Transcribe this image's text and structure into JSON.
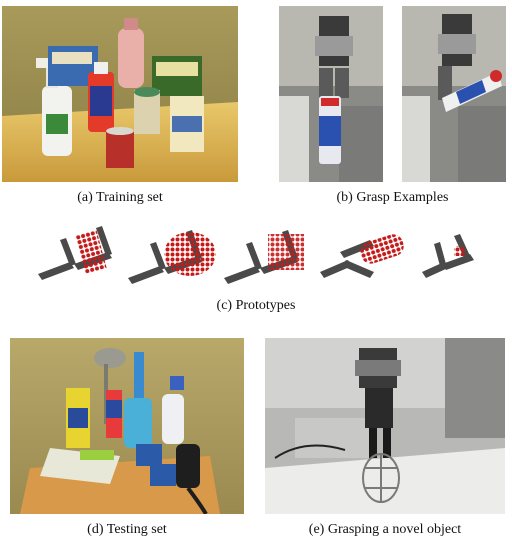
{
  "figure": {
    "panels": [
      {
        "id": "a",
        "caption": "(a) Training set"
      },
      {
        "id": "b",
        "caption": "(b) Grasp Examples"
      },
      {
        "id": "c",
        "caption": "(c) Prototypes"
      },
      {
        "id": "d",
        "caption": "(d) Testing set"
      },
      {
        "id": "e",
        "caption": "(e) Grasping a novel object"
      }
    ]
  }
}
